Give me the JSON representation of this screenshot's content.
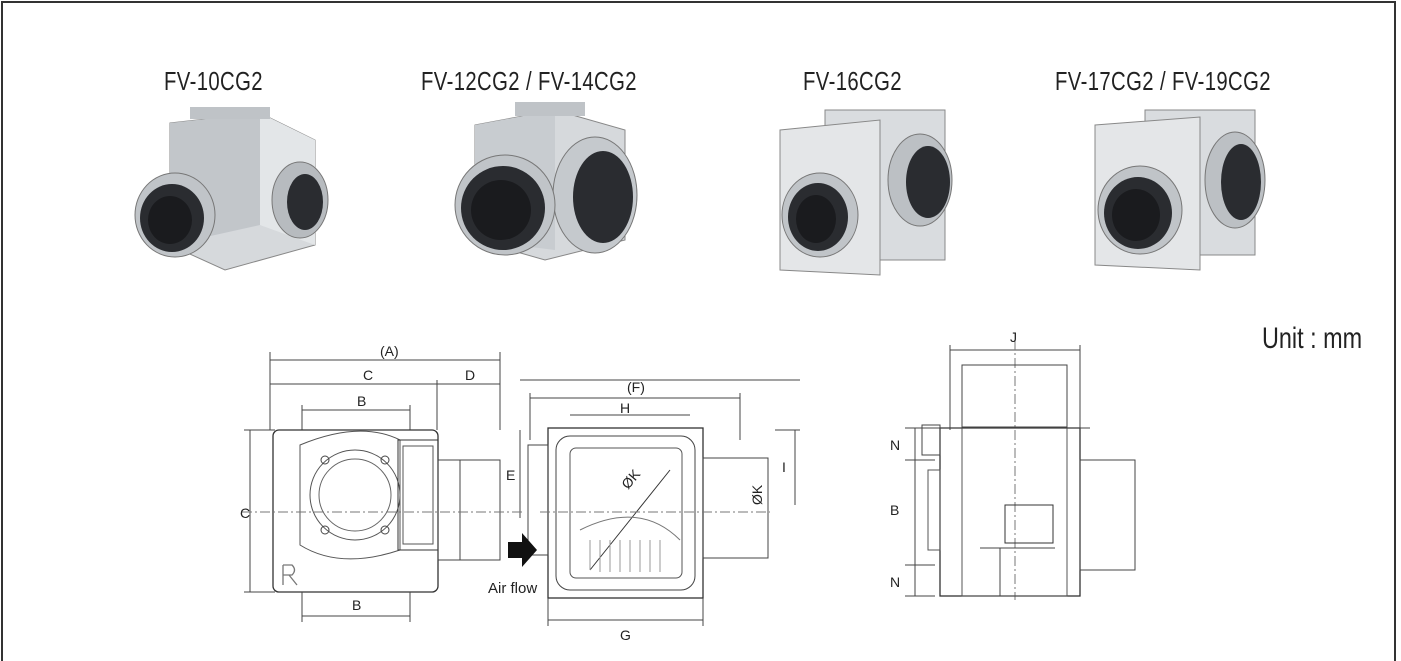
{
  "models": [
    {
      "id": "m1",
      "label": "FV-10CG2"
    },
    {
      "id": "m2",
      "label": "FV-12CG2 / FV-14CG2"
    },
    {
      "id": "m3",
      "label": "FV-16CG2"
    },
    {
      "id": "m4",
      "label": "FV-17CG2 / FV-19CG2"
    }
  ],
  "unit_label": "Unit : mm",
  "dims": {
    "A": "(A)",
    "C": "C",
    "D": "D",
    "B": "B",
    "E": "E",
    "F": "(F)",
    "H": "H",
    "I": "I",
    "K1": "ØK",
    "K2": "ØK",
    "G": "G",
    "J": "J",
    "N": "N"
  },
  "airflow_label": "Air flow",
  "colors": {
    "border": "#333333",
    "metal": "#c9ccd0",
    "metal_dark": "#8d9196",
    "duct_inner": "#2a2c30",
    "line": "#444444"
  }
}
